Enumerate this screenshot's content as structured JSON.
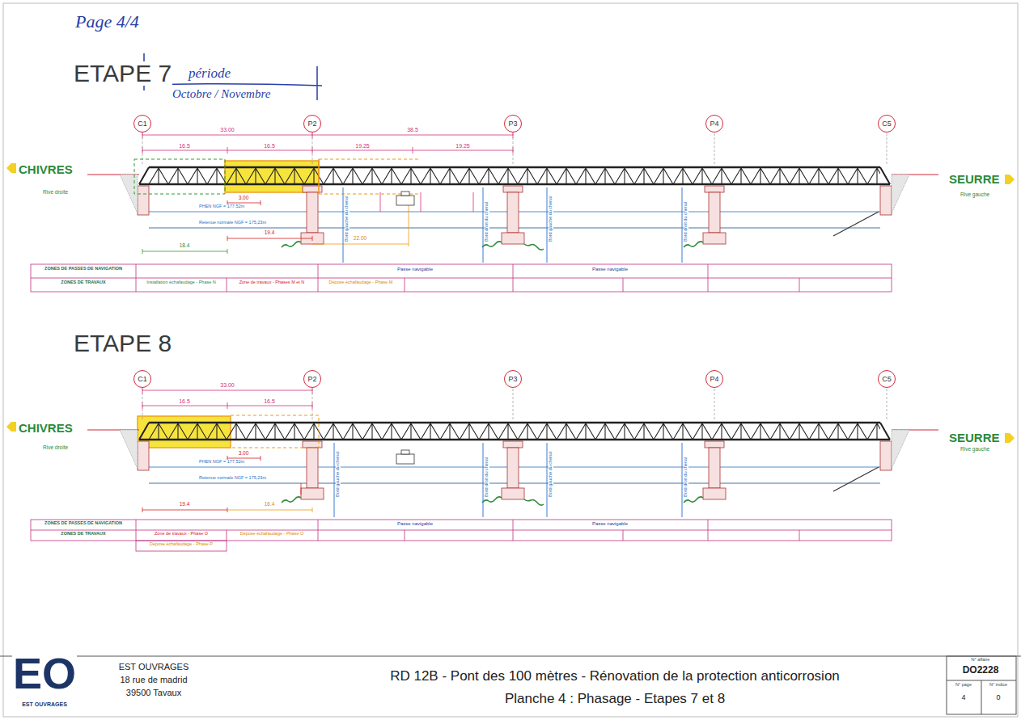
{
  "diagram": {
    "title": "RD 12B - Pont des 100 mètres - Rénovation de la protection anticorrosion",
    "caption": "Planche 4 : Phasage - Etapes 7 et 8",
    "nodes": [
      {
        "text": [
          "C1"
        ]
      },
      {
        "text": [
          "P2"
        ]
      },
      {
        "text": [
          "P3"
        ]
      },
      {
        "text": [
          "P4"
        ]
      },
      {
        "text": [
          "C5"
        ]
      },
      {
        "text": [
          "C1"
        ]
      },
      {
        "text": [
          "P2"
        ]
      },
      {
        "text": [
          "P3"
        ]
      },
      {
        "text": [
          "P4"
        ]
      },
      {
        "text": [
          "C5"
        ]
      }
    ],
    "labels": [
      "Page 4/4",
      "ETAPE 7",
      "période",
      "Octobre / Novembre",
      "CHIVRES",
      "SEURRE",
      "Rive droite",
      "Rive gauche",
      "33.00",
      "16.5",
      "16.5",
      "38.5",
      "19.25",
      "19.25",
      "3.00",
      "PHEN NGF = 177,52m",
      "Retenue normale NGF = 175,23m",
      "19.4",
      "22.00",
      "18.4",
      "Bord gauche du chenal",
      "Bord droit du chenal",
      "Bord gauche du chenal",
      "Bord droit du chenal",
      "ZONES DE PASSES DE NAVIGATION",
      "ZONES DE TRAVAUX",
      "Passe navigable",
      "Passe navigable",
      "Installation échafaudage - Phase N",
      "Zone de travaux - Phases M et N",
      "Dépose échafaudage - Phase M",
      "ETAPE 8",
      "CHIVRES",
      "SEURRE",
      "Rive droite",
      "Rive gauche",
      "33.00",
      "16.5",
      "16.5",
      "3.00",
      "PHEN NGF = 177,52m",
      "Retenue normale NGF = 175,23m",
      "19.4",
      "16.4",
      "Bord gauche du chenal",
      "Bord droit du chenal",
      "Bord gauche du chenal",
      "Bord droit du chenal",
      "ZONES DE PASSES DE NAVIGATION",
      "ZONES DE TRAVAUX",
      "Passe navigable",
      "Passe navigable",
      "Zone de travaux - Phase O",
      "Dépose échafaudage - Phase O",
      "Dépose échafaudage - Phase P",
      "EO",
      "EST OUVRAGES",
      "EST OUVRAGES",
      "18 rue de madrid",
      "39500 Tavaux",
      "N° affaire",
      "DO2228",
      "N° page",
      "N° indice",
      "4",
      "0"
    ]
  }
}
